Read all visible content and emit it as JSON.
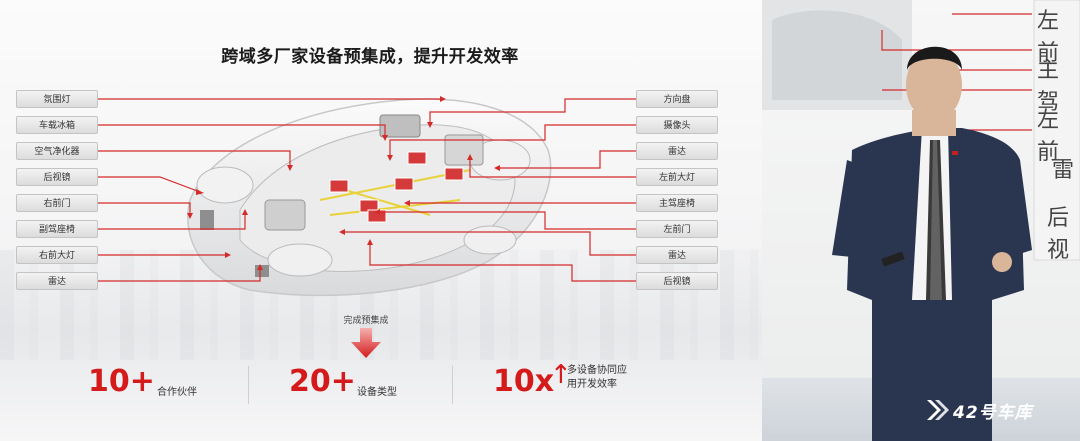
{
  "slide": {
    "title": "跨域多厂家设备预集成，提升开发效率",
    "left_labels": [
      "氛围灯",
      "车载冰箱",
      "空气净化器",
      "后视镜",
      "右前门",
      "副驾座椅",
      "右前大灯",
      "雷达"
    ],
    "right_labels": [
      "方向盘",
      "摄像头",
      "雷达",
      "左前大灯",
      "主驾座椅",
      "左前门",
      "雷达",
      "后视镜"
    ],
    "done_label": "完成预集成",
    "stats": [
      {
        "value": "10+",
        "label": "合作伙伴"
      },
      {
        "value": "20+",
        "label": "设备类型"
      },
      {
        "value": "10x",
        "label": "多设备协同应用开发效率",
        "arrow": "↑"
      }
    ],
    "stat3_line1": "多设备协同应",
    "stat3_line2": "用开发效率",
    "accent_color": "#d41a1a"
  },
  "video": {
    "background_chars": [
      "左前",
      "主驾",
      "左前",
      "雷",
      "后视"
    ],
    "watermark": "42号车库",
    "logo_icon": "play-chevron-icon"
  }
}
